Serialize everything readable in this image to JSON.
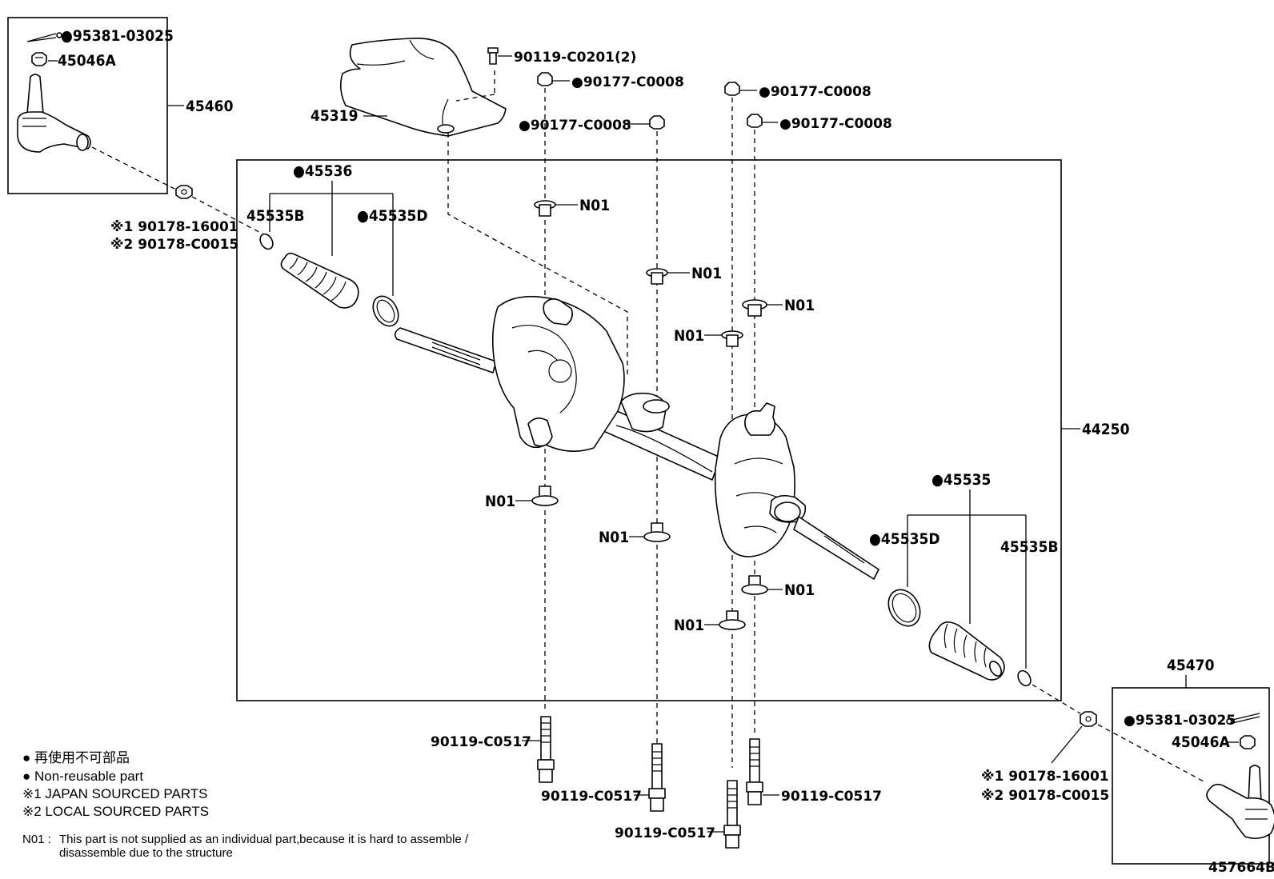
{
  "labels": {
    "p95381_left": "●95381-03025",
    "p45046a_left": "45046A",
    "p45460": "45460",
    "p90178_left_1": "※1 90178-16001",
    "p90178_left_2": "※2 90178-C0015",
    "p45536": "●45536",
    "p45535b_left": "45535B",
    "p45535d_left": "●45535D",
    "p45319": "45319",
    "p90119_c0201": "90119-C0201(2)",
    "p90177_a": "●90177-C0008",
    "p90177_b": "●90177-C0008",
    "p90177_c": "●90177-C0008",
    "p90177_d": "●90177-C0008",
    "n01_a": "N01",
    "n01_b": "N01",
    "n01_c": "N01",
    "n01_d": "N01",
    "n01_e": "N01",
    "n01_f": "N01",
    "n01_g": "N01",
    "n01_h": "N01",
    "p44250": "44250",
    "p45535": "●45535",
    "p45535d_right": "●45535D",
    "p45535b_right": "45535B",
    "p45470": "45470",
    "p95381_right": "●95381-03025",
    "p45046a_right": "45046A",
    "p90178_right_1": "※1 90178-16001",
    "p90178_right_2": "※2 90178-C0015",
    "bolt_a": "90119-C0517",
    "bolt_b": "90119-C0517",
    "bolt_c": "90119-C0517",
    "bolt_d": "90119-C0517",
    "figure_id": "457664B"
  },
  "legend": {
    "line1": "● 再使用不可部品",
    "line2": "● Non-reusable part",
    "line3": "※1 JAPAN SOURCED PARTS",
    "line4": "※2 LOCAL SOURCED PARTS",
    "note_key": "N01 :",
    "note_line1": "This part is not supplied as an individual part,because it is hard to assemble /",
    "note_line2": "disassemble due to the structure"
  }
}
